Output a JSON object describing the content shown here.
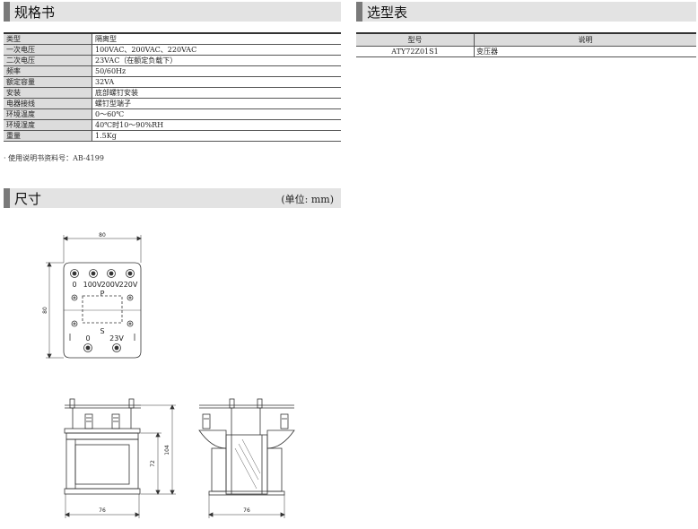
{
  "spec_section": {
    "title": "规格书"
  },
  "select_section": {
    "title": "选型表"
  },
  "dim_section": {
    "title": "尺寸",
    "unit": "(单位: mm)"
  },
  "spec_table": [
    {
      "key": "类型",
      "value": "隔离型"
    },
    {
      "key": "一次电压",
      "value": "100VAC、200VAC、220VAC"
    },
    {
      "key": "二次电压",
      "value": "23VAC（在额定负载下）"
    },
    {
      "key": "频率",
      "value": "50/60Hz"
    },
    {
      "key": "额定容量",
      "value": "32VA"
    },
    {
      "key": "安装",
      "value": "底部螺钉安装"
    },
    {
      "key": "电器接线",
      "value": "螺钉型端子"
    },
    {
      "key": "环境温度",
      "value": "0～60℃"
    },
    {
      "key": "环境湿度",
      "value": "40℃时10～90%RH"
    },
    {
      "key": "重量",
      "value": "1.5Kg"
    }
  ],
  "note": "· 使用说明书资料号：AB-4199",
  "select_table": {
    "headers": [
      "型号",
      "说明"
    ],
    "rows": [
      {
        "model": "ATY72Z01S1",
        "desc": "变压器"
      }
    ]
  },
  "drawing": {
    "top_width": "80",
    "top_height": "80",
    "primary_labels": [
      "0",
      "100V",
      "200V",
      "220V"
    ],
    "p_label": "P",
    "s_label": "S",
    "secondary_labels": [
      "0",
      "23V"
    ],
    "front_height_inner": "72",
    "front_height_total": "104",
    "front_width": "76",
    "side_width": "76"
  }
}
